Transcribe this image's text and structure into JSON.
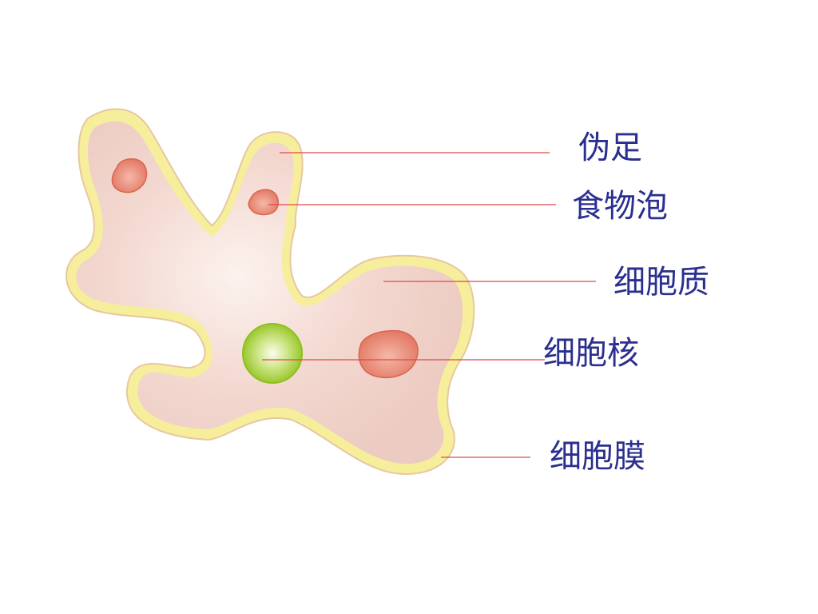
{
  "labels": {
    "pseudopod": "伪足",
    "food_vacuole": "食物泡",
    "cytoplasm": "细胞质",
    "nucleus": "细胞核",
    "cell_membrane": "细胞膜"
  },
  "colors": {
    "membrane": "#f7ee9c",
    "membrane_edge": "#e7c9a0",
    "cytoplasm": "#f2d4cc",
    "cytoplasm_center": "#fbeeea",
    "food_vacuole": "#e57f6c",
    "nucleus": "#9ccc2a",
    "nucleus_center": "#f4f8e0",
    "leader_line": "#e04a4a",
    "label_text": "#2b2f8f"
  }
}
